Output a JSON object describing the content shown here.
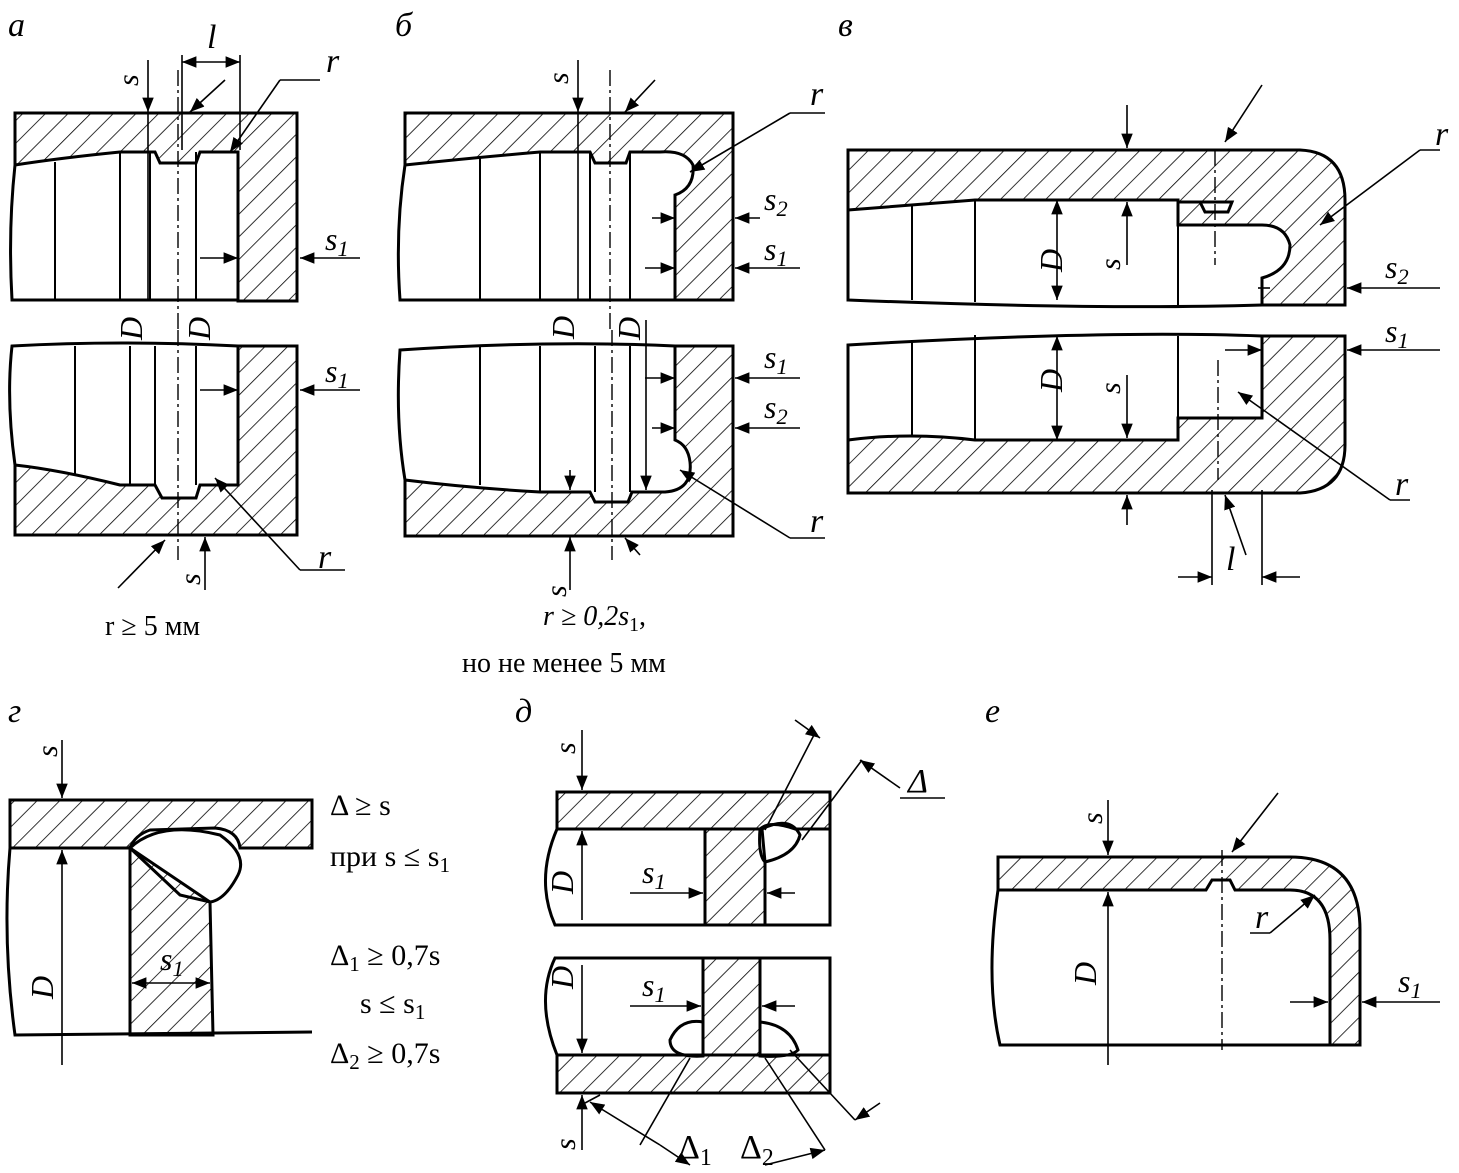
{
  "panels": {
    "a": {
      "letter": "а",
      "s": "s",
      "l": "l",
      "r_top": "r",
      "s1_top": "s",
      "s1_top_sub": "1",
      "s1_bot": "s",
      "s1_bot_sub": "1",
      "r_bot": "r",
      "s_bot": "s",
      "D1": "D",
      "D2": "D",
      "note": "r ≥ 5 мм"
    },
    "b": {
      "letter": "б",
      "s_top": "s",
      "r_top": "r",
      "s2_top": "s",
      "s2_top_sub": "2",
      "s1_top": "s",
      "s1_top_sub": "1",
      "D1": "D",
      "D2": "D",
      "s1_bot": "s",
      "s1_bot_sub": "1",
      "s2_bot": "s",
      "s2_bot_sub": "2",
      "r_bot": "r",
      "s_bot": "s",
      "note_line1": "r ≥ 0,2s",
      "note_line1_sub": "1",
      "note_line1_tail": ",",
      "note_line2": "но не менее 5 мм"
    },
    "v": {
      "letter": "в",
      "r_top": "r",
      "D_top": "D",
      "s_top": "s",
      "s2": "s",
      "s2_sub": "2",
      "s1": "s",
      "s1_sub": "1",
      "D_bot": "D",
      "s_bot": "s",
      "r_bot": "r",
      "l": "l"
    },
    "g": {
      "letter": "г",
      "s": "s",
      "D": "D",
      "s1": "s",
      "s1_sub": "1",
      "cond1": "Δ ≥ s",
      "cond2_pre": "при s ≤ s",
      "cond2_sub": "1",
      "cond3_pre": "Δ",
      "cond3_sub": "1",
      "cond3_post": " ≥ 0,7s",
      "cond4_pre": "s ≤ s",
      "cond4_sub": "1",
      "cond5_pre": "Δ",
      "cond5_sub": "2",
      "cond5_post": " ≥ 0,7s"
    },
    "d": {
      "letter": "д",
      "s_top": "s",
      "D_top": "D",
      "s1_top": "s",
      "s1_top_sub": "1",
      "delta": "Δ",
      "D_bot": "D",
      "s1_bot": "s",
      "s1_bot_sub": "1",
      "s_bot": "s",
      "delta1": "Δ",
      "delta1_sub": "1",
      "delta2": "Δ",
      "delta2_sub": "2"
    },
    "e": {
      "letter": "е",
      "s": "s",
      "r": "r",
      "D": "D",
      "s1": "s",
      "s1_sub": "1"
    }
  }
}
